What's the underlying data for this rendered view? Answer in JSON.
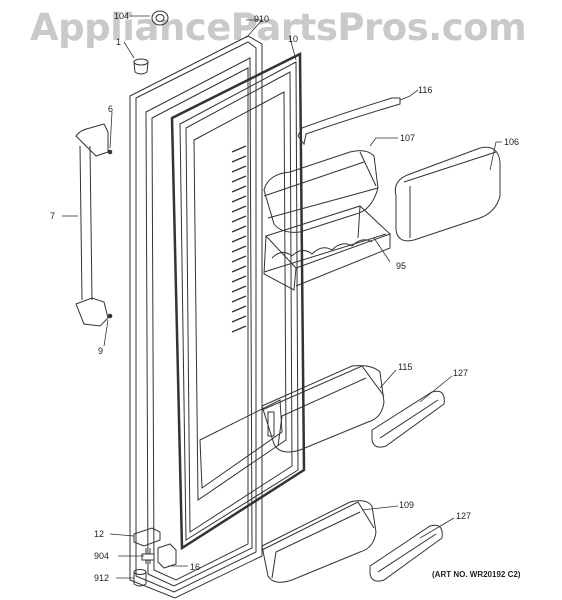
{
  "watermark": "AppliancePartsPros.com",
  "art_number": "(ART NO. WR20192 C2)",
  "callouts": {
    "c104": "104",
    "c910": "910",
    "c1": "1",
    "c10": "10",
    "c6": "6",
    "c7": "7",
    "c9": "9",
    "c116": "116",
    "c107": "107",
    "c106": "106",
    "c95": "95",
    "c115": "115",
    "c127a": "127",
    "c109": "109",
    "c127b": "127",
    "c12": "12",
    "c904": "904",
    "c16": "16",
    "c912": "912"
  }
}
